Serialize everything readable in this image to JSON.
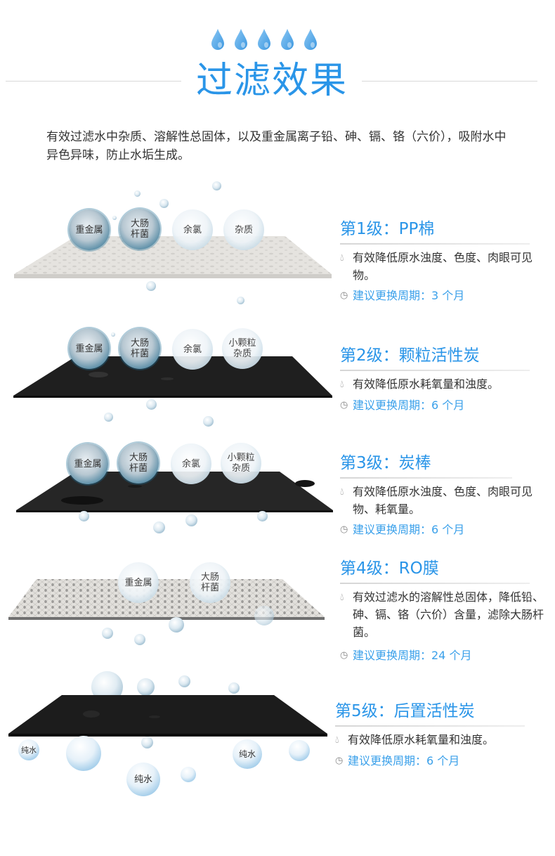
{
  "header": {
    "drops_count": 5,
    "title": "过滤效果",
    "intro": "有效过滤水中杂质、溶解性总固体，以及重金属离子铅、砷、镉、铬（六价），吸附水中异色异味，防止水垢生成。"
  },
  "icons": {
    "drop": "water-drop-icon",
    "clock": "clock-icon"
  },
  "colors": {
    "accent": "#2a95e8",
    "cycle_text": "#3aa0ea",
    "body_text": "#333333",
    "dark_plate": "#1c1c1c",
    "light_plate": "#e6e4e0"
  },
  "stages": [
    {
      "title": "第1级：PP棉",
      "desc": "有效降低原水浊度、色度、肉眼可见物。",
      "cycle": "建议更换周期：3 个月",
      "bubbles": [
        "重金属",
        "大肠\n杆菌",
        "余氯",
        "杂质"
      ]
    },
    {
      "title": "第2级：颗粒活性炭",
      "desc": "有效降低原水耗氧量和浊度。",
      "cycle": "建议更换周期：6 个月",
      "bubbles": [
        "重金属",
        "大肠\n杆菌",
        "余氯",
        "小颗粒\n杂质"
      ]
    },
    {
      "title": "第3级：炭棒",
      "desc": "有效降低原水浊度、色度、肉眼可见物、耗氧量。",
      "cycle": "建议更换周期：6 个月",
      "bubbles": [
        "重金属",
        "大肠\n杆菌",
        "余氯",
        "小颗粒\n杂质"
      ]
    },
    {
      "title": "第4级：RO膜",
      "desc": "有效过滤水的溶解性总固体，降低铅、砷、镉、铬（六价）含量，滤除大肠杆菌。",
      "cycle": "建议更换周期：24 个月",
      "bubbles": [
        "重金属",
        "大肠\n杆菌"
      ]
    },
    {
      "title": "第5级：后置活性炭",
      "desc": "有效降低原水耗氧量和浊度。",
      "cycle": "建议更换周期：6 个月",
      "bubbles": []
    }
  ],
  "output_bubbles": [
    "纯水",
    "纯水",
    "纯水"
  ]
}
